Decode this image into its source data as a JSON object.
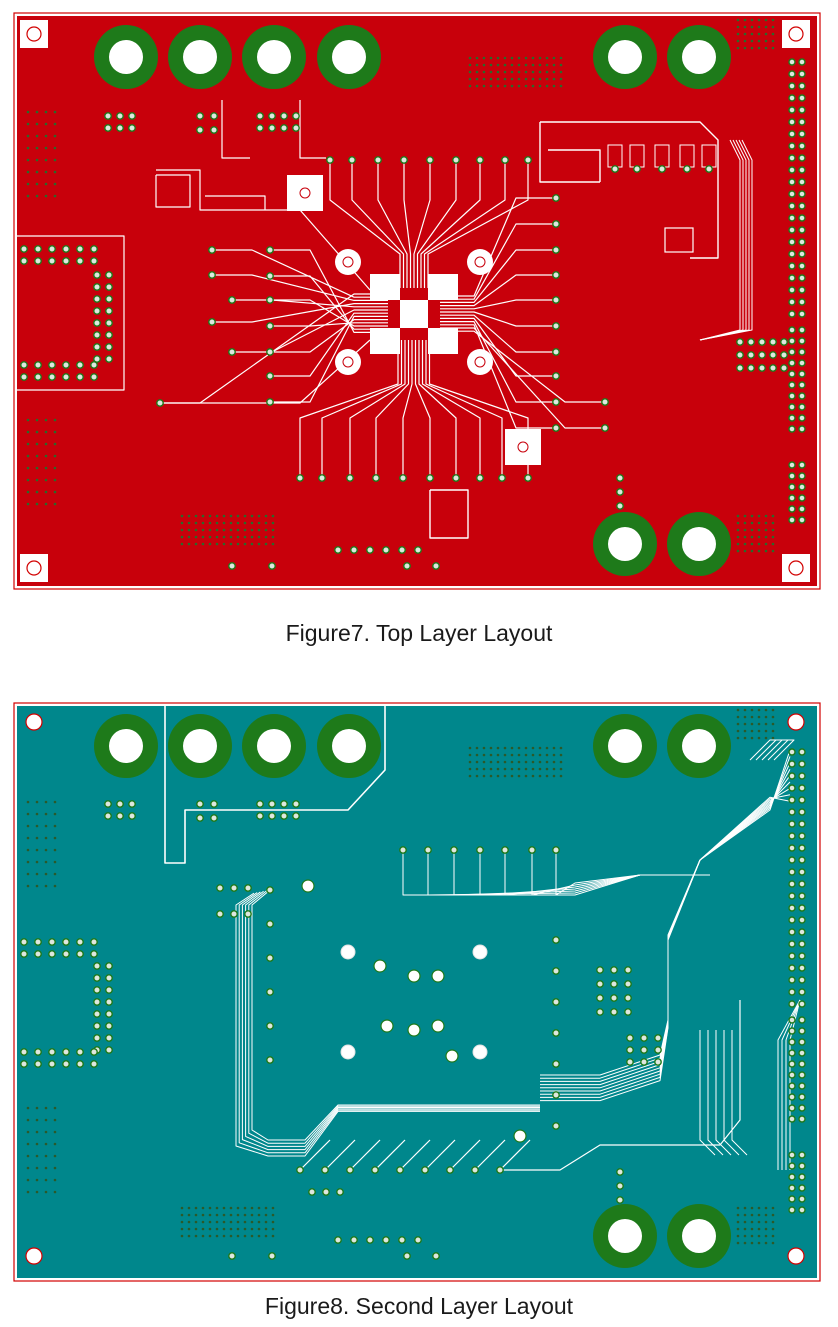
{
  "figures": [
    {
      "caption": "Figure7. Top Layer Layout",
      "layer": "top",
      "colors": {
        "board": "#c8000b",
        "pad": "#1e7a1a",
        "trace": "#ffffff",
        "outline": "#d20000"
      }
    },
    {
      "caption": "Figure8. Second Layer Layout",
      "layer": "second",
      "colors": {
        "board": "#00878c",
        "pad": "#1e7a1a",
        "trace": "#ffffff",
        "outline": "#d20000"
      }
    }
  ]
}
